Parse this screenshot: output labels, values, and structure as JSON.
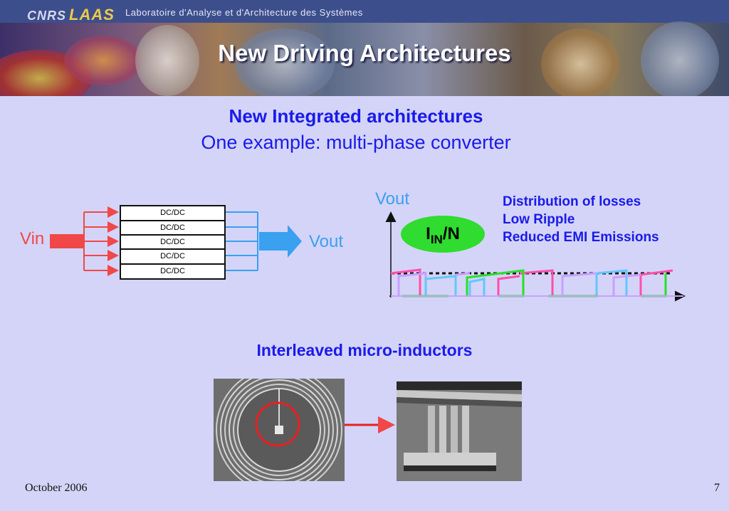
{
  "header": {
    "logo_cnrs": "CNRS",
    "logo_laas": "LAAS",
    "lab_name": "Laboratoire d'Analyse et d'Architecture des Systèmes",
    "title": "New Driving Architectures"
  },
  "content": {
    "heading": "New Integrated architectures",
    "subheading": "One example: multi-phase converter",
    "vin_label": "Vin",
    "vout_label": "Vout",
    "converters": [
      "DC/DC",
      "DC/DC",
      "DC/DC",
      "DC/DC",
      "DC/DC"
    ],
    "graph_vout_label": "Vout",
    "badge_main": "I",
    "badge_sub": "IN",
    "badge_tail": "/N",
    "benefits": [
      "Distribution of losses",
      "Low Ripple",
      "Reduced EMI Emissions"
    ],
    "caption": "Interleaved micro-inductors"
  },
  "footer": {
    "date": "October 2006",
    "page": "7"
  },
  "colors": {
    "title_blue": "#1a1aea",
    "vin_red": "#f04848",
    "vout_blue": "#3aa0f0",
    "background": "#d4d4f8"
  }
}
